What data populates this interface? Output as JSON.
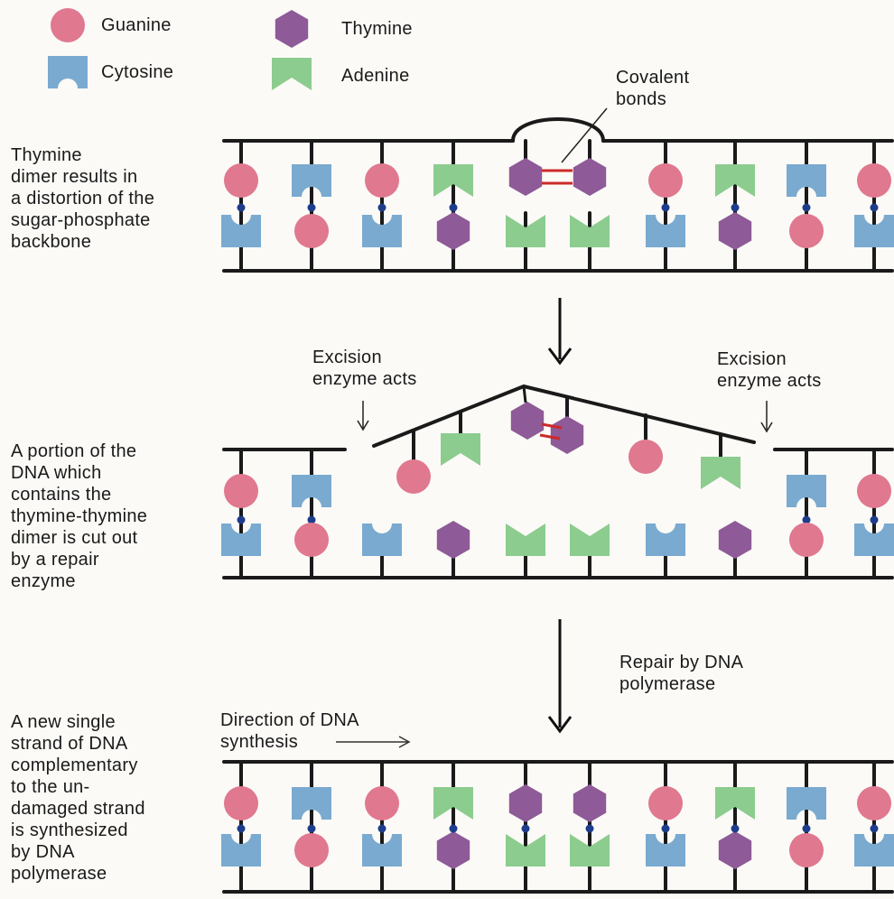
{
  "legend": {
    "guanine": "Guanine",
    "cytosine": "Cytosine",
    "thymine": "Thymine",
    "adenine": "Adenine"
  },
  "colors": {
    "guanine": "#e0788f",
    "cytosine": "#7aaad0",
    "thymine": "#8e5a98",
    "adenine": "#8ccc8e",
    "backbone": "#1a1a1a",
    "hbond_dot": "#1d3c8c",
    "covalent_bond": "#cc2a2a"
  },
  "labels": {
    "covalent": "Covalent\nbonds",
    "step1": "Thymine\ndimer results in\na distortion of the\nsugar-phosphate\nbackbone",
    "excision_left": "Excision\nenzyme acts",
    "excision_right": "Excision\nenzyme acts",
    "step2": "A portion of the\nDNA which\ncontains the\nthymine-thymine\ndimer is cut out\nby a repair\nenzyme",
    "repair": "Repair by DNA\npolymerase",
    "direction": "Direction of DNA\nsynthesis",
    "step3": "A new single\nstrand of DNA\ncomplementary\nto the un-\ndamaged strand\nis synthesized\nby DNA\npolymerase"
  },
  "panels": {
    "distorted": {
      "top": [
        "G",
        "C",
        "G",
        "A",
        "T",
        "T",
        "G",
        "A",
        "C",
        "G"
      ],
      "bottom": [
        "C",
        "G",
        "C",
        "T",
        "A",
        "A",
        "C",
        "T",
        "G",
        "C"
      ]
    },
    "excised": {
      "top": [
        "G",
        "C",
        "G",
        "A",
        "T",
        "T",
        "G",
        "A",
        "C",
        "G"
      ],
      "bottom": [
        "C",
        "G",
        "C",
        "T",
        "A",
        "A",
        "C",
        "T",
        "G",
        "C"
      ]
    },
    "repaired": {
      "top": [
        "G",
        "C",
        "G",
        "A",
        "T",
        "T",
        "G",
        "A",
        "C",
        "G"
      ],
      "bottom": [
        "C",
        "G",
        "C",
        "T",
        "A",
        "A",
        "C",
        "T",
        "G",
        "C"
      ]
    }
  }
}
